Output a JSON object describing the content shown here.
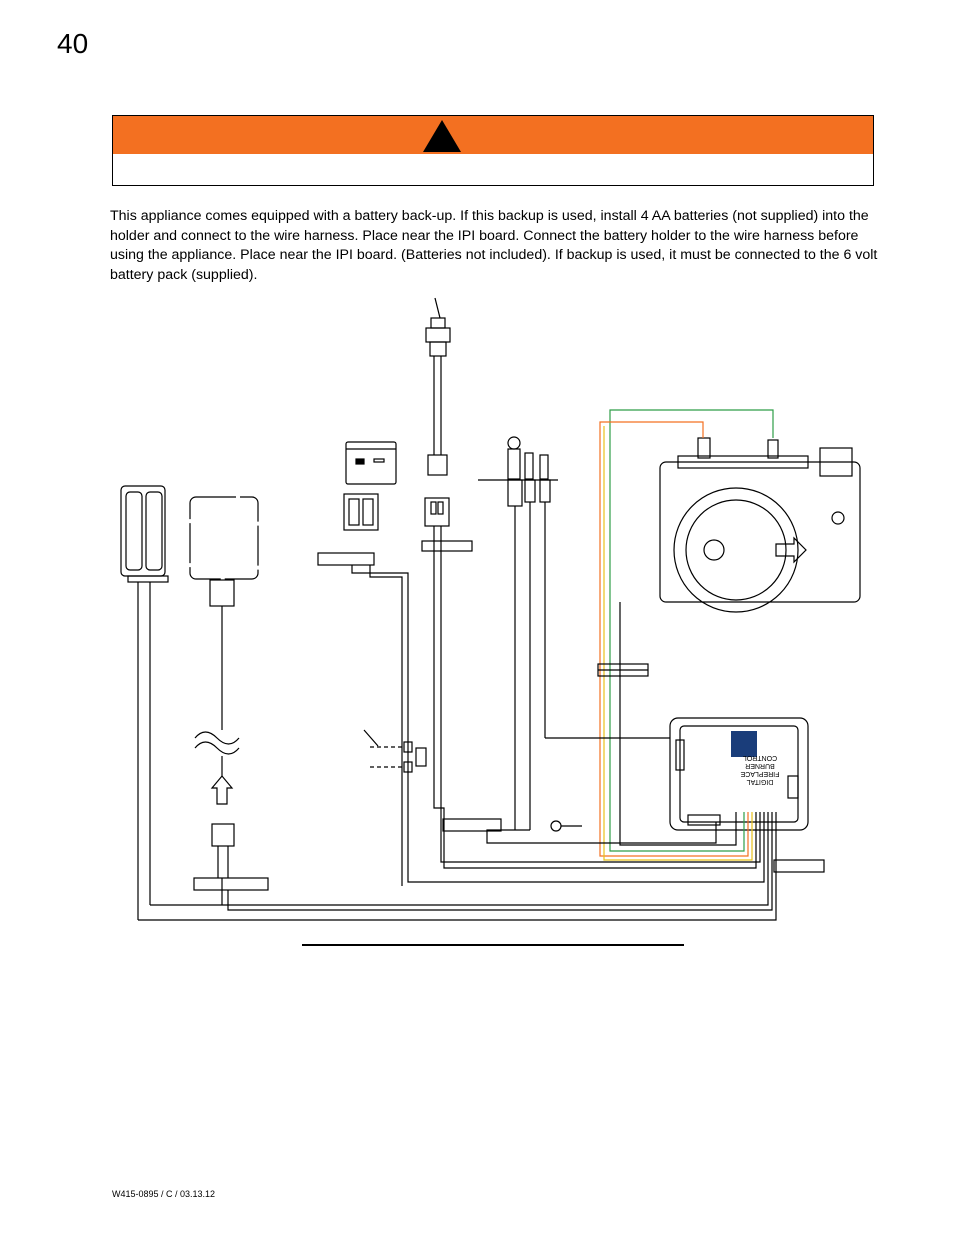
{
  "page": {
    "number": "40"
  },
  "warning": {
    "text": ""
  },
  "body": {
    "paragraph": "This appliance comes equipped with a battery back-up. If this backup is used, install 4 AA batteries (not supplied) into the holder and connect to the wire harness. Place near the IPI board. Connect the battery holder to the wire harness before using the appliance. Place near the IPI board. (Batteries not included). If backup is used, it must be connected to the 6 volt battery pack (supplied)."
  },
  "diagram": {
    "module_label_lines": [
      "DIGITAL",
      "FIREPLACE",
      "BURNER",
      "CONTROL"
    ],
    "icons": [
      "warning-triangle-icon",
      "toggle-switch-icon",
      "rocker-switch-icon",
      "battery-holder-icon",
      "transformer-icon",
      "pilot-assembly-icon",
      "gas-valve-icon",
      "control-module-icon",
      "ground-terminal-icon",
      "plug-icon"
    ],
    "wire_colors": {
      "green": "#2e9e48",
      "orange": "#f37021",
      "yellow": "#e8c21a",
      "black": "#000000"
    }
  },
  "footer": {
    "doc_code": "W415-0895 / C / 03.13.12"
  }
}
